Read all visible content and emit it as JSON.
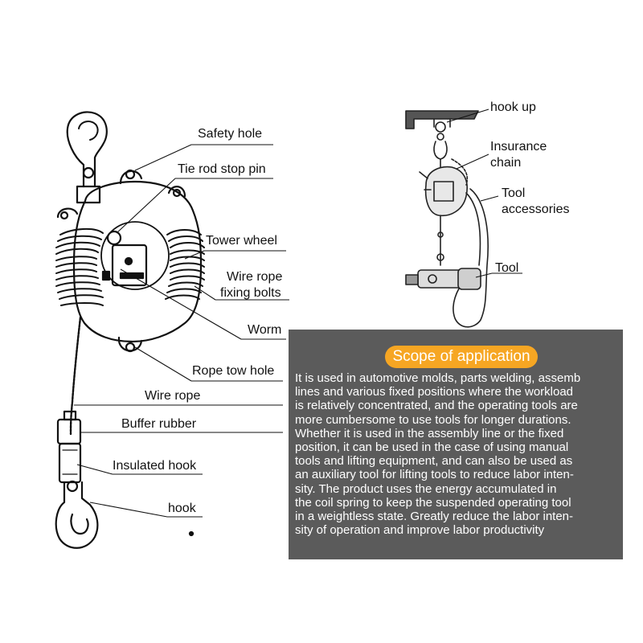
{
  "left_diagram": {
    "labels": {
      "safety_hole": "Safety hole",
      "tie_rod_stop_pin": "Tie rod stop pin",
      "tower_wheel": "Tower wheel",
      "wire_rope_fixing_bolts_1": "Wire rope",
      "wire_rope_fixing_bolts_2": "fixing bolts",
      "worm": "Worm",
      "rope_tow_hole": "Rope tow hole",
      "wire_rope": "Wire rope",
      "buffer_rubber": "Buffer rubber",
      "insulated_hook": "Insulated hook",
      "hook": "hook"
    }
  },
  "right_diagram": {
    "labels": {
      "hook_up": "hook up",
      "insurance_chain_1": "Insurance",
      "insurance_chain_2": "chain",
      "tool_accessories_1": "Tool",
      "tool_accessories_2": "accessories",
      "tool": "Tool"
    }
  },
  "scope": {
    "title": "Scope of application",
    "lines": [
      "It is used in automotive molds, parts welding, assemb",
      "lines and various fixed positions where the workload",
      "is relatively concentrated, and the operating tools are",
      "more cumbersome to use tools for longer durations.",
      "Whether it is used in the assembly line or the fixed",
      "position, it can be used in the case of using manual",
      "tools and lifting equipment, and can also be used as",
      "an auxiliary tool for lifting tools to reduce labor inten-",
      "sity. The product uses the energy accumulated in",
      "the coil spring to keep the suspended operating tool",
      "in a weightless state. Greatly reduce the labor inten-",
      "sity of operation and improve labor productivity"
    ]
  }
}
